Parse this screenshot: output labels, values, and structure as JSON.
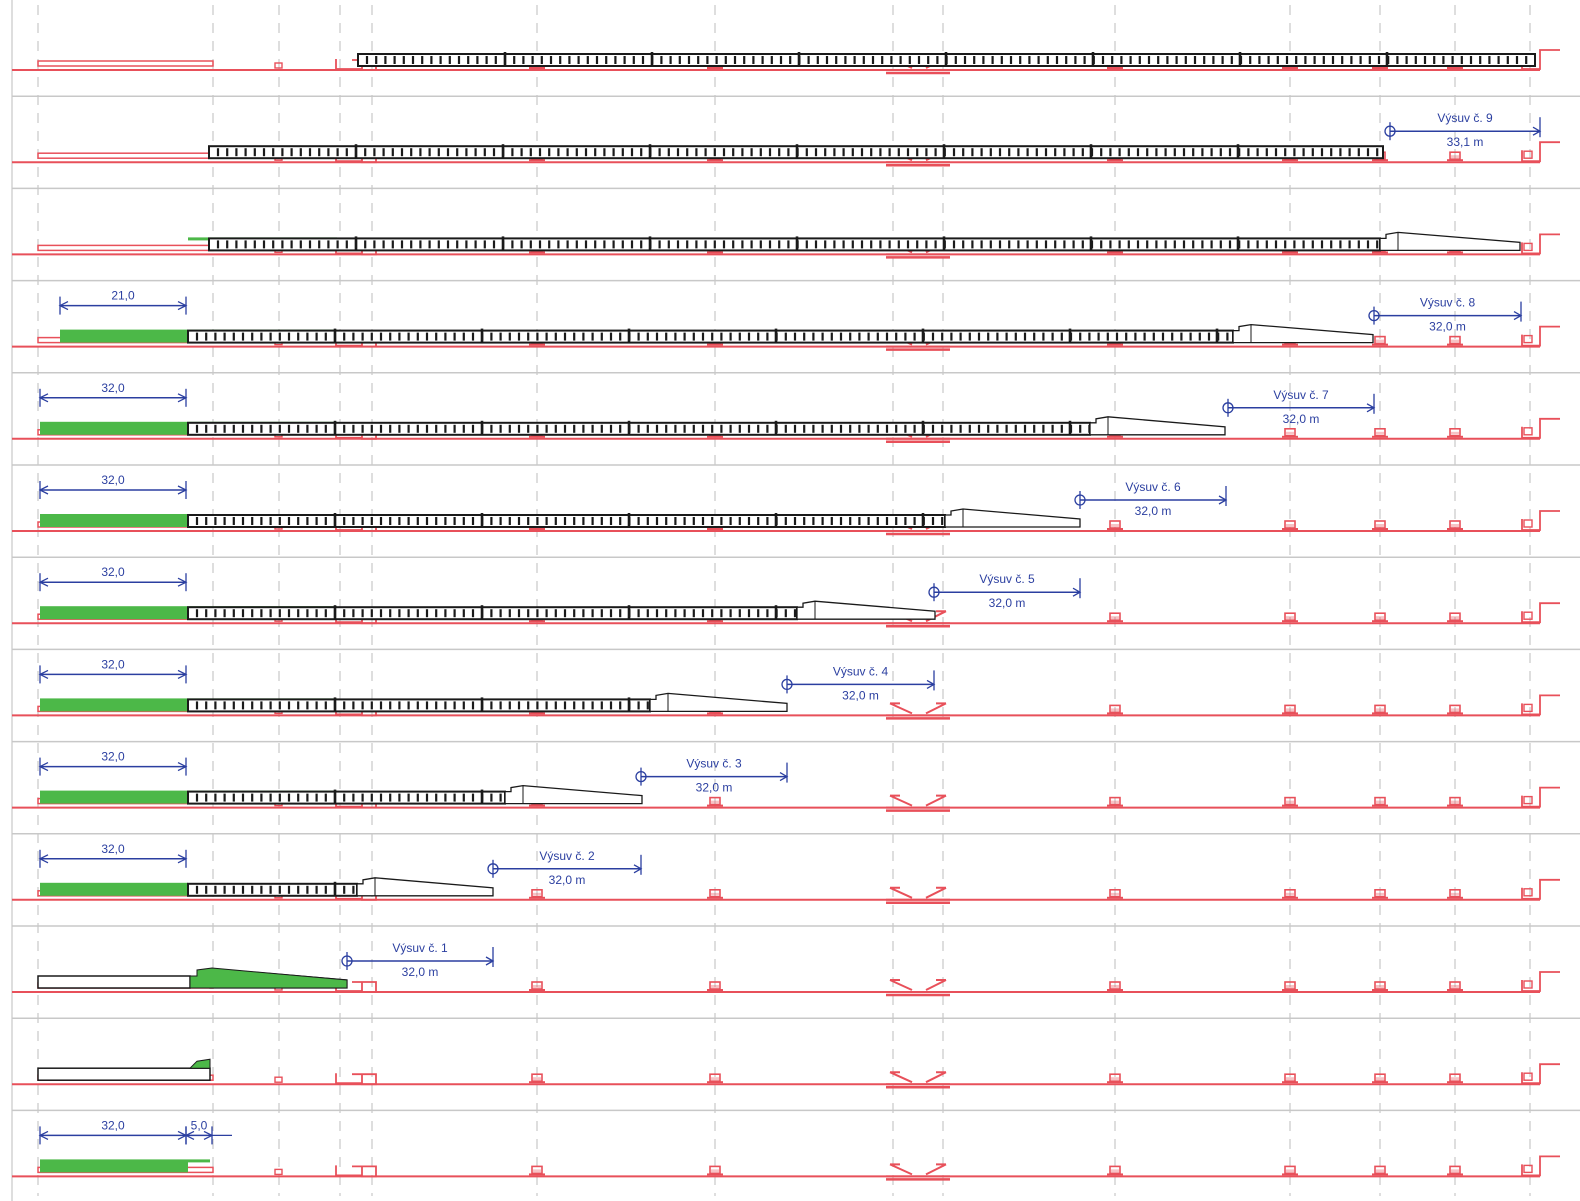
{
  "title": "",
  "stages": [
    {
      "id": 1,
      "bottom_dims": []
    },
    {
      "id": 2,
      "bottom_dims": [],
      "label": "Výsuv č. 9",
      "value": "33,1 m"
    },
    {
      "id": 3,
      "bottom_dims": []
    },
    {
      "id": 4,
      "top_dim": "21,0",
      "label": "Výsuv č. 8",
      "value": "32,0 m"
    },
    {
      "id": 5,
      "top_dim": "32,0",
      "label": "Výsuv č. 7",
      "value": "32,0 m"
    },
    {
      "id": 6,
      "top_dim": "32,0",
      "label": "Výsuv č. 6",
      "value": "32,0 m"
    },
    {
      "id": 7,
      "top_dim": "32,0",
      "label": "Výsuv č. 5",
      "value": "32,0 m"
    },
    {
      "id": 8,
      "top_dim": "32,0",
      "label": "Výsuv č. 4",
      "value": "32,0 m"
    },
    {
      "id": 9,
      "top_dim": "32,0",
      "label": "Výsuv č. 3",
      "value": "32,0 m"
    },
    {
      "id": 10,
      "top_dim": "32,0",
      "label": "Výsuv č. 2",
      "value": "32,0 m"
    },
    {
      "id": 11,
      "label": "Výsuv č. 1",
      "value": "32,0 m"
    },
    {
      "id": 12
    },
    {
      "id": 13,
      "top_dim": "32,0",
      "extra_dim": "5,0"
    }
  ],
  "colors": {
    "bridge_line": "#e8505a",
    "girder": "#1a1a1a",
    "concrete_fill": "#4cb848",
    "dimension": "#2b3fa0",
    "separator": "#c8c8c8",
    "axis": "#c8c8c8"
  }
}
